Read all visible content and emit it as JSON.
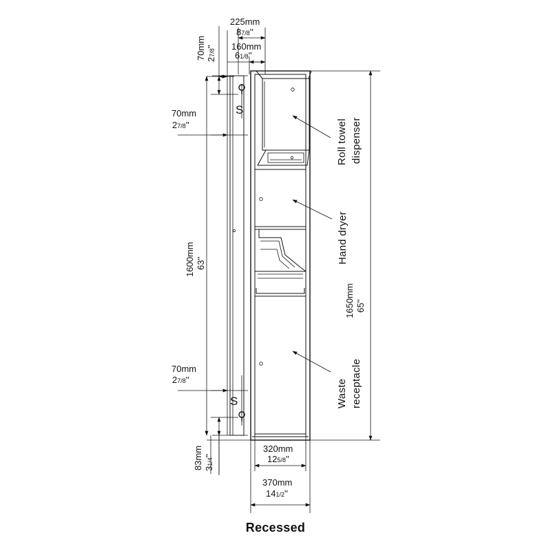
{
  "title": "Recessed",
  "dimensions": {
    "top_width": {
      "mm": "225mm",
      "whole": "8",
      "frac": "7/8",
      "mark": "''"
    },
    "top_depth": {
      "mm": "160mm",
      "whole": "6",
      "frac": "1/8",
      "mark": "''"
    },
    "top_offset": {
      "mm": "70mm",
      "whole": "2",
      "frac": "7/8",
      "mark": "''"
    },
    "upper_bracket": {
      "mm": "70mm",
      "whole": "2",
      "frac": "7/8",
      "mark": "''"
    },
    "lower_bracket": {
      "mm": "70mm",
      "whole": "2",
      "frac": "7/8",
      "mark": "''"
    },
    "bracket_span": {
      "mm": "1600mm",
      "inch": "63''"
    },
    "bottom_offset": {
      "mm": "83mm",
      "whole": "3",
      "frac": "1/4",
      "mark": "''"
    },
    "overall_height": {
      "mm": "1650mm",
      "inch": "65''"
    },
    "cabinet_width": {
      "mm": "320mm",
      "whole": "12",
      "frac": "5/8",
      "mark": "''"
    },
    "flange_width": {
      "mm": "370mm",
      "whole": "14",
      "frac": "1/2",
      "mark": "''"
    }
  },
  "labels": {
    "towel_line1": "Roll towel",
    "towel_line2": "dispenser",
    "dryer": "Hand dryer",
    "waste_line1": "Waste",
    "waste_line2": "receptacle"
  },
  "bracket_symbol": "S"
}
